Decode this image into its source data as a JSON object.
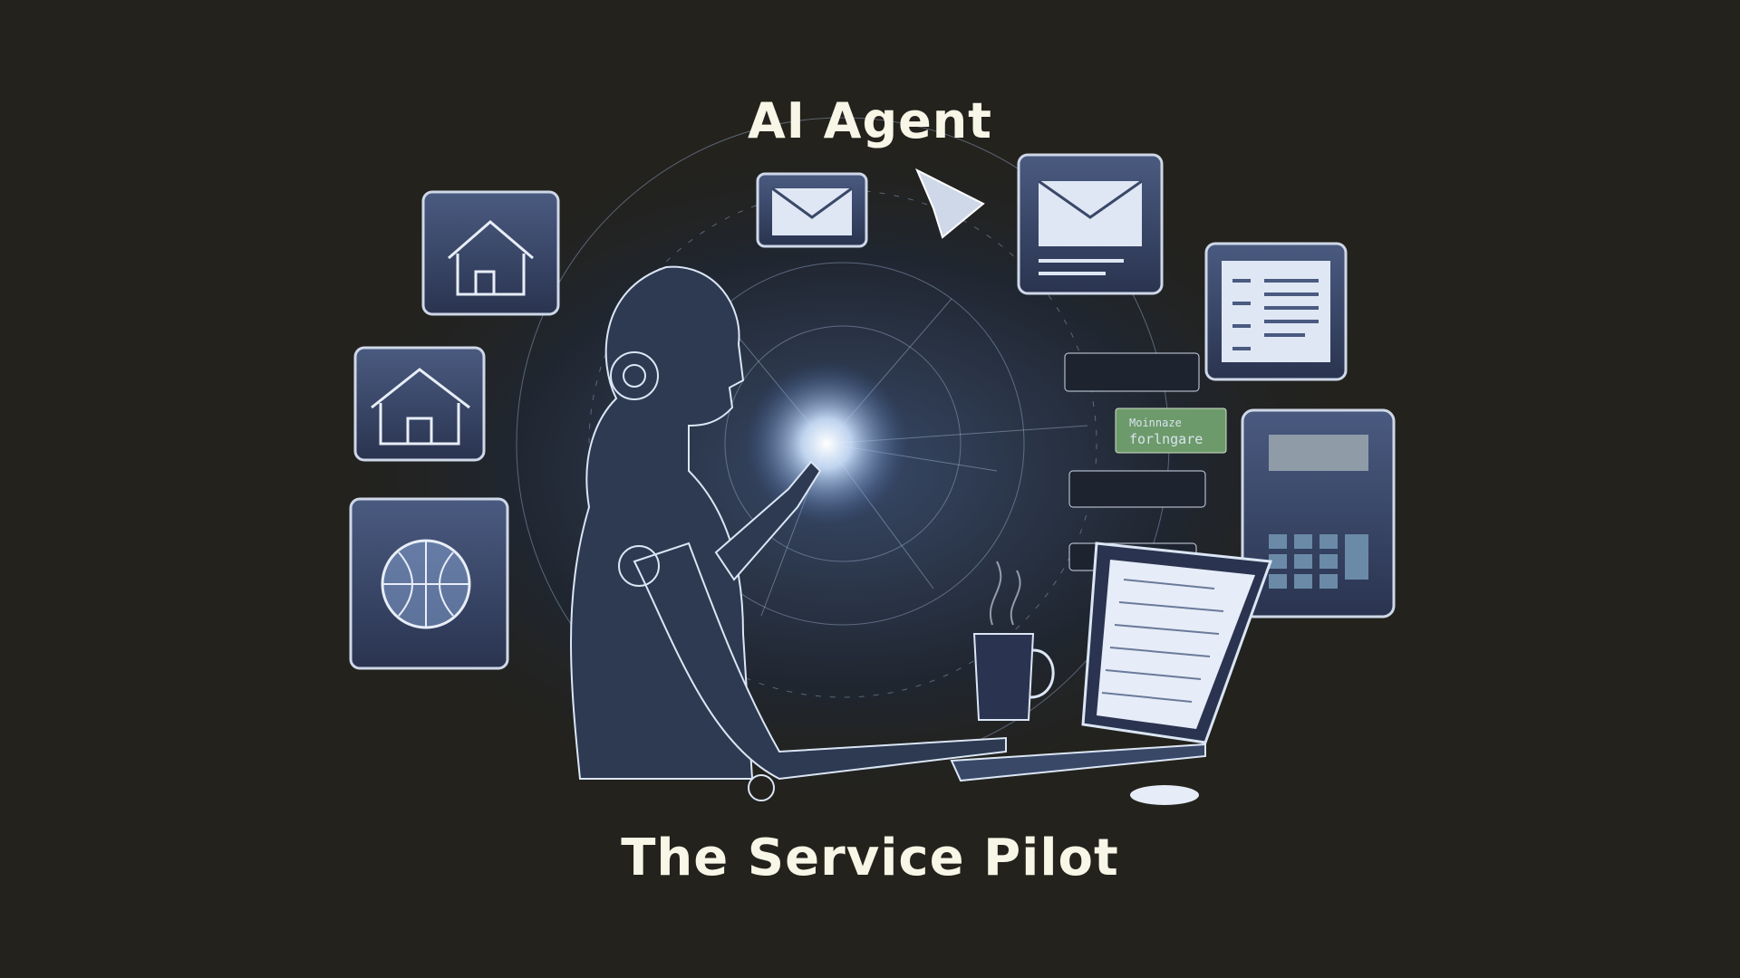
{
  "title": "AI Agent",
  "subtitle": "The Service Pilot",
  "illustration": {
    "tag_line1": "Moinnaze",
    "tag_line2": "forlngare",
    "colors": {
      "background": "#23221c",
      "text": "#f8f6e6",
      "glow": "#cfe4ff",
      "panel": "#3a4868",
      "tag": "#6d9a6a"
    }
  }
}
